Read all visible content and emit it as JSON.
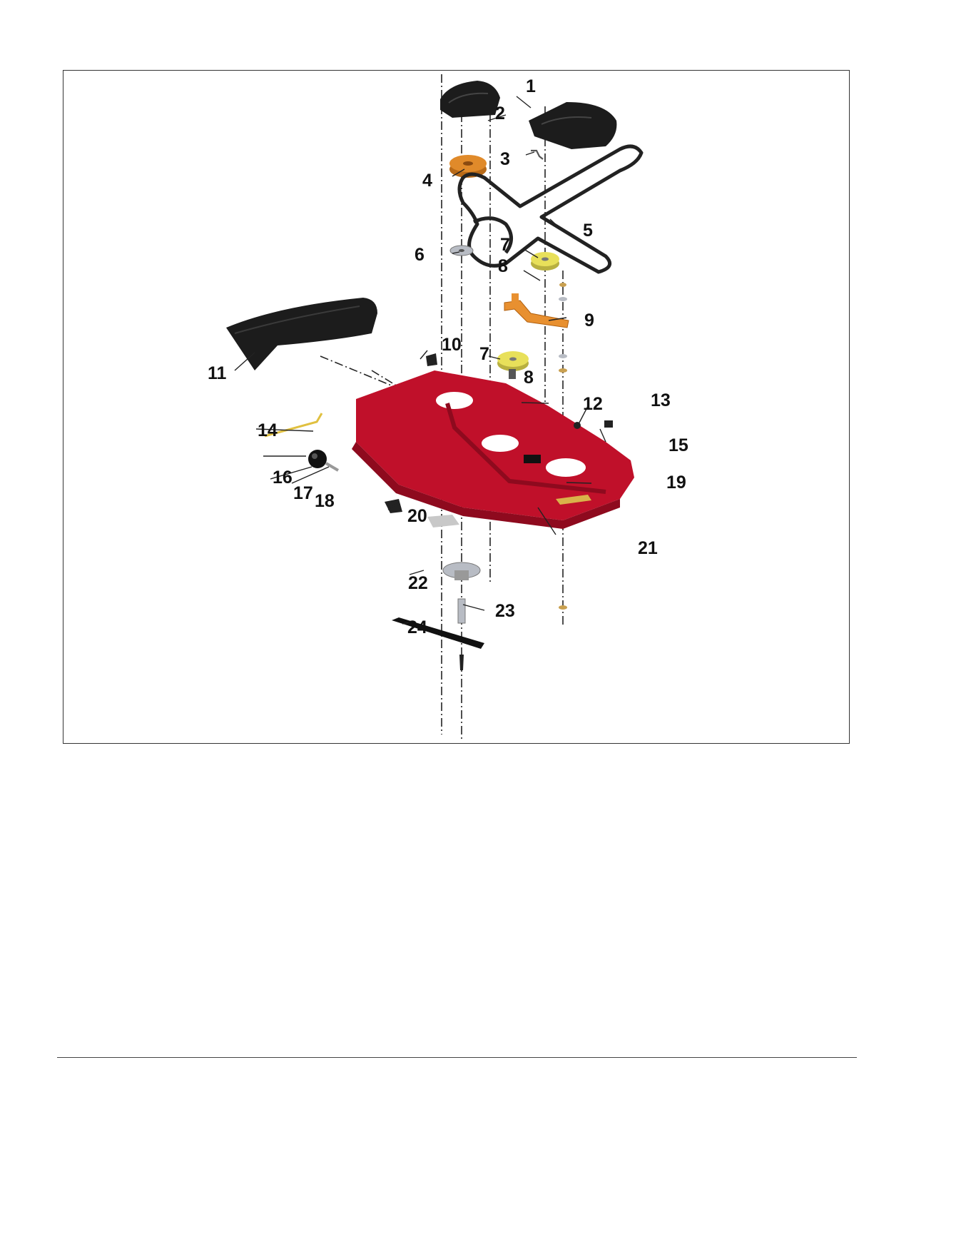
{
  "diagram": {
    "callouts": [
      {
        "id": "1",
        "label": "1"
      },
      {
        "id": "2",
        "label": "2"
      },
      {
        "id": "3",
        "label": "3"
      },
      {
        "id": "4",
        "label": "4"
      },
      {
        "id": "5",
        "label": "5"
      },
      {
        "id": "6",
        "label": "6"
      },
      {
        "id": "7a",
        "label": "7"
      },
      {
        "id": "8a",
        "label": "8"
      },
      {
        "id": "9",
        "label": "9"
      },
      {
        "id": "10",
        "label": "10"
      },
      {
        "id": "7b",
        "label": "7"
      },
      {
        "id": "8b",
        "label": "8"
      },
      {
        "id": "11",
        "label": "11"
      },
      {
        "id": "12",
        "label": "12"
      },
      {
        "id": "13",
        "label": "13"
      },
      {
        "id": "14",
        "label": "14"
      },
      {
        "id": "15",
        "label": "15"
      },
      {
        "id": "16",
        "label": "16"
      },
      {
        "id": "17",
        "label": "17"
      },
      {
        "id": "18",
        "label": "18"
      },
      {
        "id": "19",
        "label": "19"
      },
      {
        "id": "20",
        "label": "20"
      },
      {
        "id": "21",
        "label": "21"
      },
      {
        "id": "22",
        "label": "22"
      },
      {
        "id": "23",
        "label": "23"
      },
      {
        "id": "24",
        "label": "24"
      }
    ],
    "colors": {
      "deck": "#c0102a",
      "deck_dark": "#8e0a1e",
      "cover": "#1c1c1c",
      "belt": "#222222",
      "orange_pulley": "#e08a2a",
      "yellow_pulley": "#e8e05a",
      "idler_arm": "#e89030",
      "steel": "#b8bcc4",
      "label_gold": "#d9b24a"
    }
  }
}
